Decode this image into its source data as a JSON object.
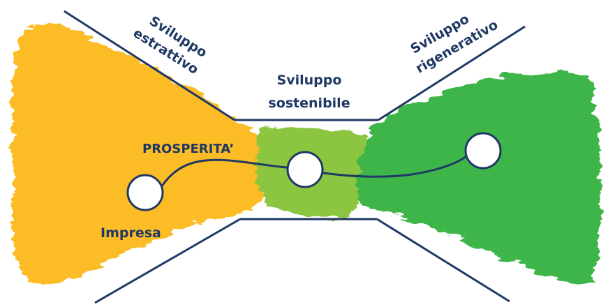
{
  "labels": {
    "extractive_line1": "Sviluppo",
    "extractive_line2": "estrattivo",
    "sustainable_line1": "Sviluppo",
    "sustainable_line2": "sostenibile",
    "regenerative_line1": "Sviluppo",
    "regenerative_line2": "rigenerativo",
    "prosperity": "PROSPERITA’",
    "company": "Impresa"
  },
  "colors": {
    "extractive": "#fbbc28",
    "sustainable": "#8cc63f",
    "regenerative": "#3cb54a",
    "lines": "#1f3864",
    "text": "#1f3864"
  },
  "markers": [
    "company-node",
    "sustainable-node",
    "regenerative-node"
  ]
}
